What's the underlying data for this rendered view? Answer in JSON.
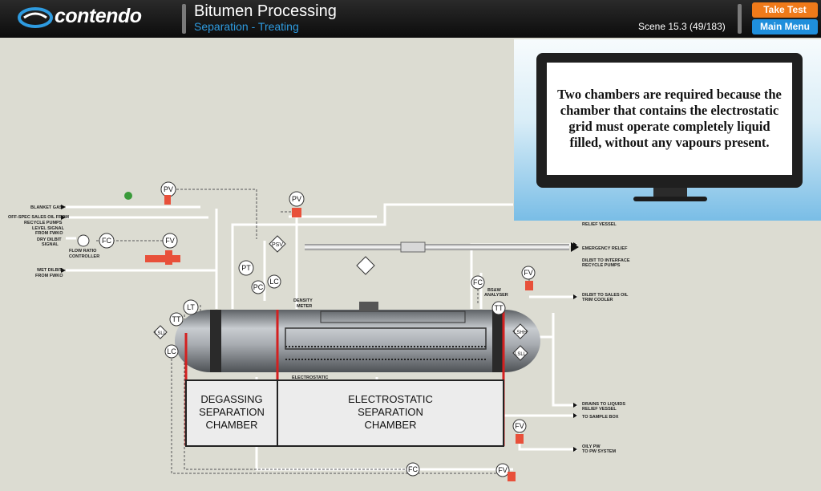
{
  "header": {
    "logo_text": "contendo",
    "title": "Bitumen Processing",
    "subtitle": "Separation - Treating",
    "scene": "Scene 15.3 (49/183)",
    "take_test": "Take Test",
    "main_menu": "Main Menu"
  },
  "screen": {
    "text": "Two chambers are required because the chamber that contains the electrostatic grid must operate completely liquid filled, without any vapours present."
  },
  "chambers": {
    "degassing": [
      "DEGASSING",
      "SEPARATION",
      "CHAMBER"
    ],
    "electrostatic": [
      "ELECTROSTATIC",
      "SEPARATION",
      "CHAMBER"
    ]
  },
  "labels": {
    "blanket_gas": "BLANKET GAS",
    "offspec_1": "OFF-SPEC SALES OIL FROM",
    "offspec_2": "RECYCLE PUMPS",
    "level_1": "LEVEL SIGNAL",
    "level_2": "FROM FWKO",
    "dry_1": "DRY DILBIT",
    "dry_2": "SIGNAL",
    "wet_1": "WET DILBIT",
    "wet_2": "FROM FWKO",
    "frc_1": "FLOW RATIO",
    "frc_2": "CONTROLLER",
    "density_1": "DENSITY",
    "density_2": "METER",
    "electrostatic": "ELECTROSTATIC",
    "relief_vessel": "RELIEF VESSEL",
    "emergency": "EMERGENCY RELIEF",
    "interface_1": "DILBIT TO INTERFACE",
    "interface_2": "RECYCLE PUMPS",
    "bsw_1": "BS&W",
    "bsw_2": "ANALYSER",
    "sales_1": "DILBIT TO SALES OIL",
    "sales_2": "TRIM COOLER",
    "drains_1": "DRAINS TO LIQUIDS",
    "drains_2": "RELIEF VESSEL",
    "sample": "TO SAMPLE BOX",
    "oily_1": "OILY PW",
    "oily_2": "TO PW SYSTEM"
  },
  "instruments": {
    "pv": "PV",
    "fc": "FC",
    "fv": "FV",
    "pt": "PT",
    "pc": "PC",
    "lc": "LC",
    "lt": "LT",
    "tt": "TT",
    "lsll": "LSLL",
    "lshh": "LSHH",
    "psv": "PSV"
  },
  "colors": {
    "vessel": "#9ea3a8",
    "chamber_divider": "#d42020",
    "pipe": "#ffffff",
    "accent_orange": "#ef7a1a",
    "accent_blue": "#1f8fdc"
  }
}
